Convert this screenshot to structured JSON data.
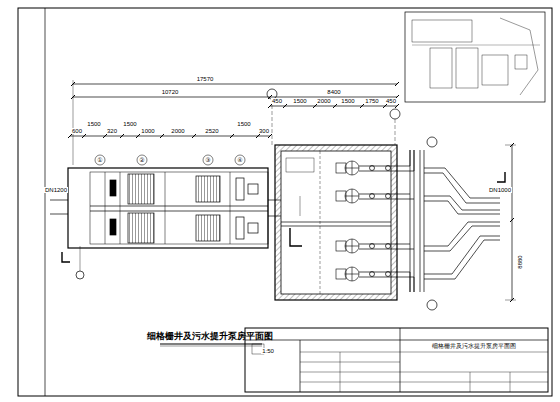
{
  "diagram": {
    "title": "细格栅井及污水提升泵房平面图",
    "labels": [
      "1:50",
      "17570",
      "10720",
      "8400",
      "450",
      "1500",
      "2000",
      "1500",
      "1750",
      "450",
      "600",
      "1500",
      "320",
      "1500",
      "1000",
      "2000",
      "2520",
      "1500",
      "300",
      "8880",
      "DN1200",
      "DN1000",
      "①",
      "②",
      "③",
      "④",
      "细格栅井及污水提升泵房平面图"
    ]
  }
}
